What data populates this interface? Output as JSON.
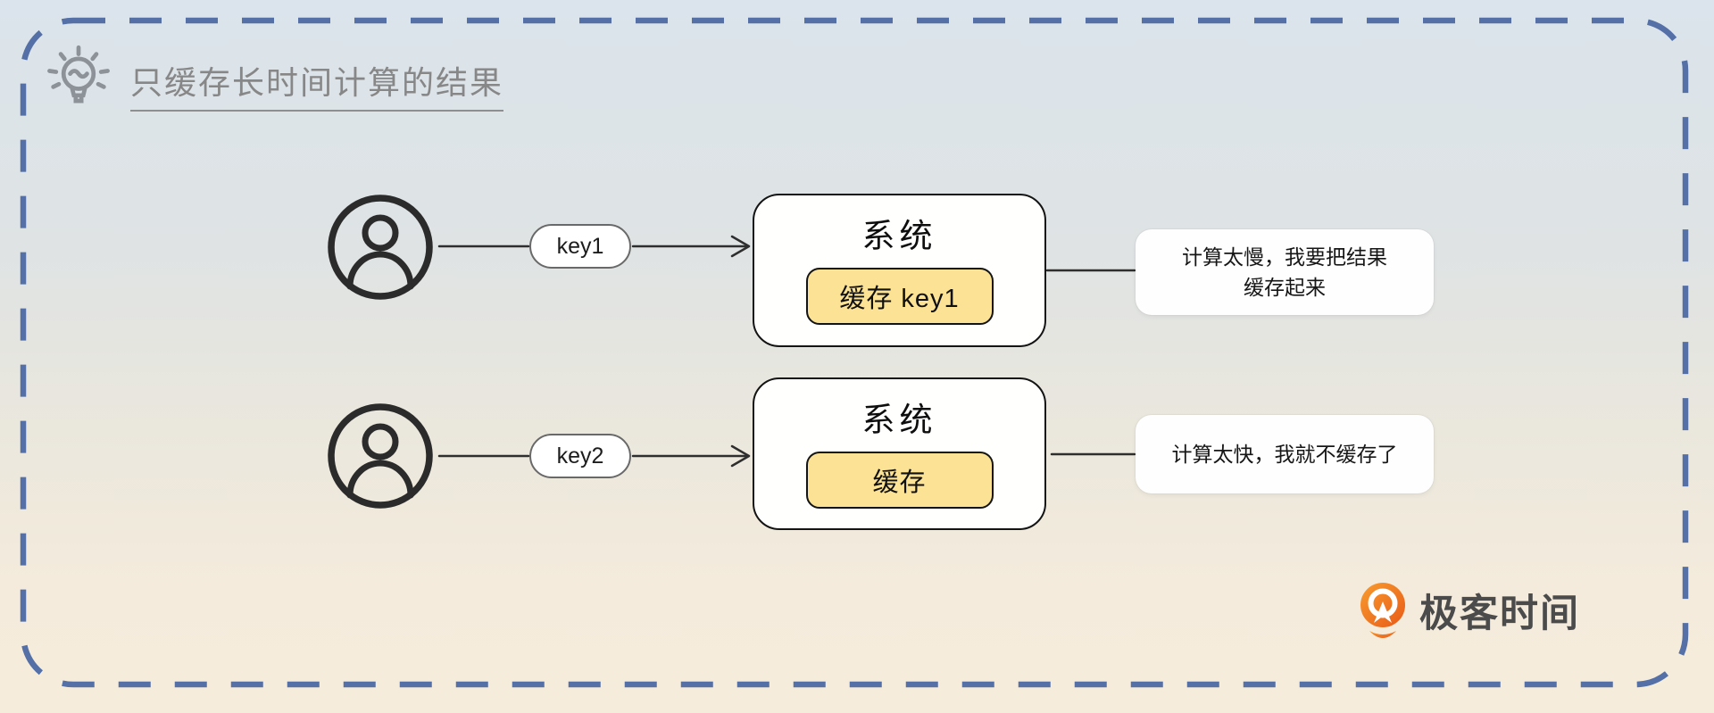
{
  "header": {
    "title": "只缓存长时间计算的结果"
  },
  "rows": [
    {
      "key_label": "key1",
      "system_title": "系统",
      "cache_label": "缓存 key1",
      "bubble": {
        "line1": "计算太慢，我要把结果",
        "line2": "缓存起来"
      }
    },
    {
      "key_label": "key2",
      "system_title": "系统",
      "cache_label": "缓存",
      "bubble": {
        "line1": "计算太快，我就不缓存了",
        "line2": ""
      }
    }
  ],
  "brand": {
    "name": "极客时间"
  },
  "colors": {
    "background_top": "#dce4eb",
    "background_bottom": "#f6ecdb",
    "dashed_border": "#5470a6",
    "cache_fill": "#fbe294",
    "stroke_dark": "#2e2e2e",
    "title_gray": "#878787",
    "brand_orange": "#ed6a1e",
    "brand_text": "#4b4b4b"
  }
}
